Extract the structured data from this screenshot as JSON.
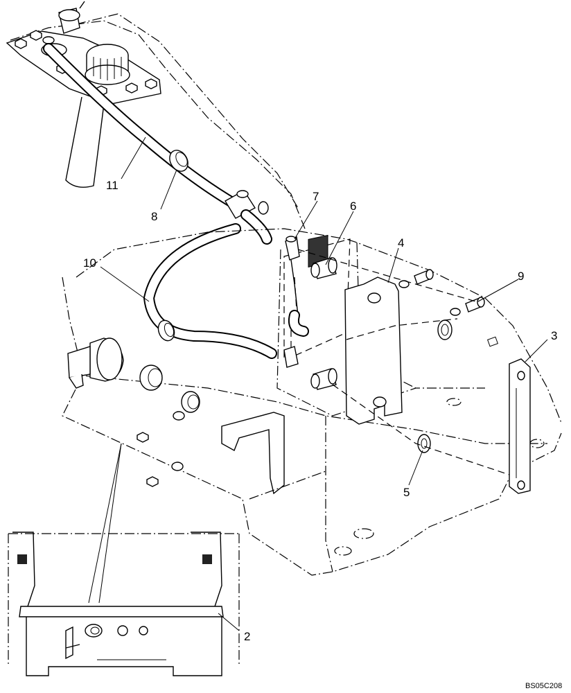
{
  "callouts": [
    {
      "id": "c1",
      "label": "11"
    },
    {
      "id": "c2",
      "label": "8"
    },
    {
      "id": "c3",
      "label": "7"
    },
    {
      "id": "c4",
      "label": "6"
    },
    {
      "id": "c5",
      "label": "4"
    },
    {
      "id": "c6",
      "label": "10"
    },
    {
      "id": "c7",
      "label": "9"
    },
    {
      "id": "c8",
      "label": "3"
    },
    {
      "id": "c9",
      "label": "5"
    },
    {
      "id": "c10",
      "label": "2"
    }
  ],
  "reference_code": "BS05C208"
}
